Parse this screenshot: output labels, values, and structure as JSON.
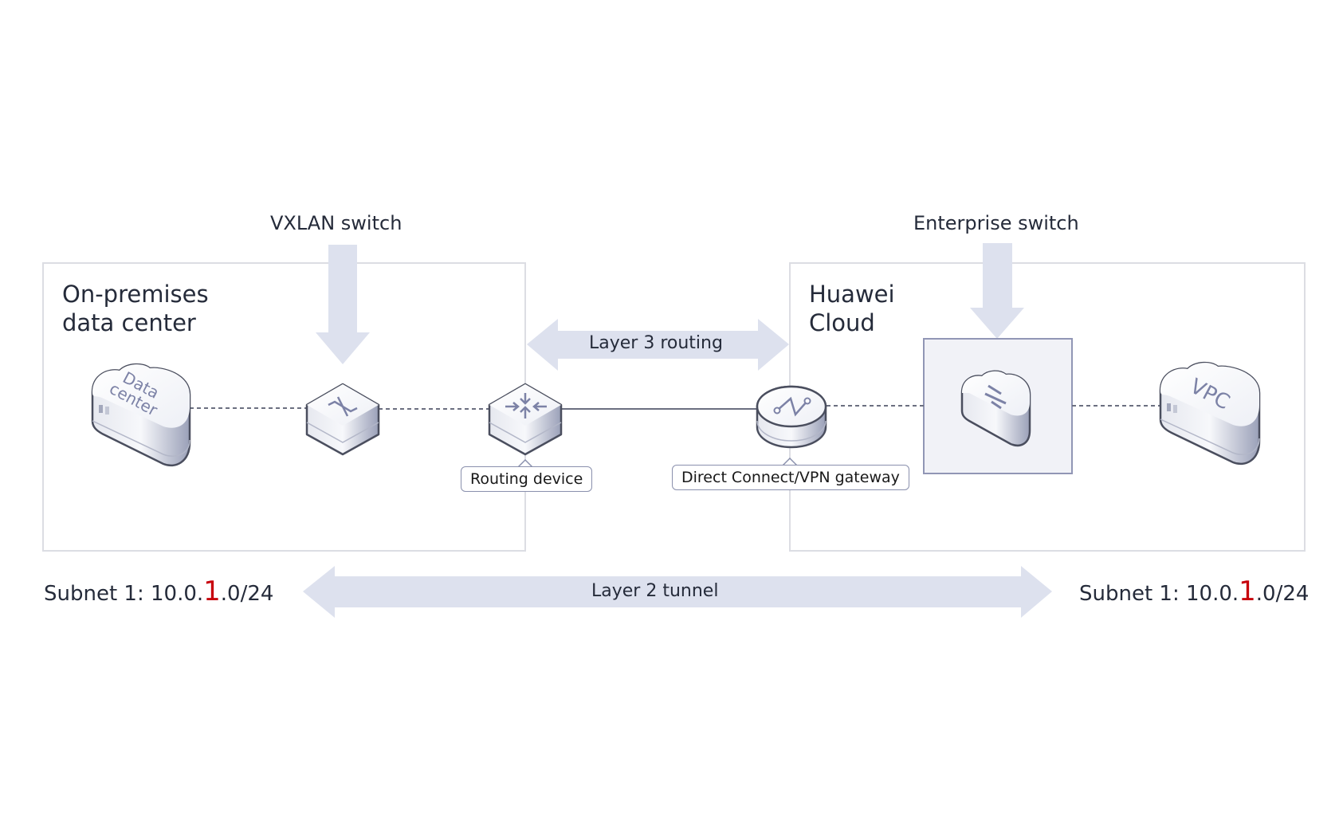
{
  "labels": {
    "vxlan_switch": "VXLAN switch",
    "enterprise_switch": "Enterprise switch",
    "layer3": "Layer 3 routing",
    "layer2": "Layer 2 tunnel"
  },
  "regions": {
    "onprem": {
      "line1": "On-premises",
      "line2": "data center"
    },
    "cloud": {
      "line1": "Huawei",
      "line2": "Cloud"
    }
  },
  "devices": {
    "datacenter_icon_text_1": "Data",
    "datacenter_icon_text_2": "center",
    "vpc_icon_text": "VPC",
    "routing_device": "Routing device",
    "gateway": "Direct Connect/VPN gateway"
  },
  "subnets": {
    "left": {
      "prefix": "Subnet 1: 10.0.",
      "highlight": "1",
      "suffix": ".0/24"
    },
    "right": {
      "prefix": "Subnet 1: 10.0.",
      "highlight": "1",
      "suffix": ".0/24"
    }
  },
  "colors": {
    "arrow_fill": "#dde1ee",
    "region_border": "#dcdde3",
    "highlight_red": "#c7000b",
    "enterprise_box_fill": "#f1f2f7",
    "enterprise_box_border": "#9196b5"
  }
}
